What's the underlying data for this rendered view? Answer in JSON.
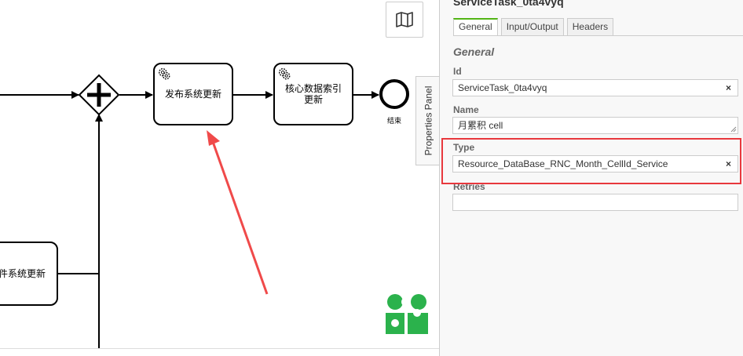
{
  "diagram": {
    "tasks": [
      {
        "id": "publish",
        "label": "发布系统更新"
      },
      {
        "id": "index",
        "label": "核心数据索引更新"
      },
      {
        "id": "partial",
        "label": "件系统更新"
      }
    ],
    "end_event_label": "结束"
  },
  "panel": {
    "side_tab_label": "Properties Panel",
    "element_title": "ServiceTask_0ta4vyq",
    "tabs": [
      "General",
      "Input/Output",
      "Headers"
    ],
    "active_tab": "General",
    "group_title": "General",
    "fields": {
      "id": {
        "label": "Id",
        "value": "ServiceTask_0ta4vyq",
        "clear": "×"
      },
      "name": {
        "label": "Name",
        "value": "月累积 cell"
      },
      "type": {
        "label": "Type",
        "value": "Resource_DataBase_RNC_Month_CellId_Service",
        "clear": "×"
      },
      "retries": {
        "label": "Retries",
        "value": ""
      }
    }
  },
  "colors": {
    "accent": "#52b415",
    "logo": "#2bb24c",
    "highlight": "#e8383d",
    "arrow": "#f04a4a"
  },
  "icons": [
    "map-icon",
    "gear-icon",
    "close-icon",
    "resize-handle-icon",
    "bpmn-logo-icon"
  ]
}
